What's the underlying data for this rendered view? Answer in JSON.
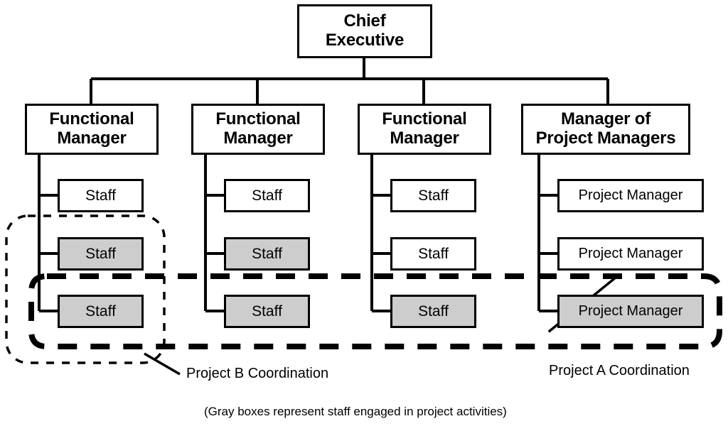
{
  "diagram": {
    "title_node": {
      "label": "Chief\nExecutive"
    },
    "columns": [
      {
        "head": {
          "label": "Functional\nManager"
        },
        "children": [
          {
            "label": "Staff",
            "gray": false
          },
          {
            "label": "Staff",
            "gray": true
          },
          {
            "label": "Staff",
            "gray": true
          }
        ]
      },
      {
        "head": {
          "label": "Functional\nManager"
        },
        "children": [
          {
            "label": "Staff",
            "gray": false
          },
          {
            "label": "Staff",
            "gray": true
          },
          {
            "label": "Staff",
            "gray": true
          }
        ]
      },
      {
        "head": {
          "label": "Functional\nManager"
        },
        "children": [
          {
            "label": "Staff",
            "gray": false
          },
          {
            "label": "Staff",
            "gray": false
          },
          {
            "label": "Staff",
            "gray": true
          }
        ]
      },
      {
        "head": {
          "label": "Manager of\nProject Managers"
        },
        "children": [
          {
            "label": "Project Manager",
            "gray": false
          },
          {
            "label": "Project Manager",
            "gray": false
          },
          {
            "label": "Project Manager",
            "gray": true
          }
        ]
      }
    ],
    "annotations": {
      "project_b_label": "Project B Coordination",
      "project_a_label": "Project A Coordination",
      "caption": "(Gray boxes represent staff engaged in project activities)"
    },
    "colors": {
      "line": "#000000",
      "gray_fill": "#cdcdcd",
      "box_fill": "#ffffff",
      "text": "#000000"
    }
  }
}
